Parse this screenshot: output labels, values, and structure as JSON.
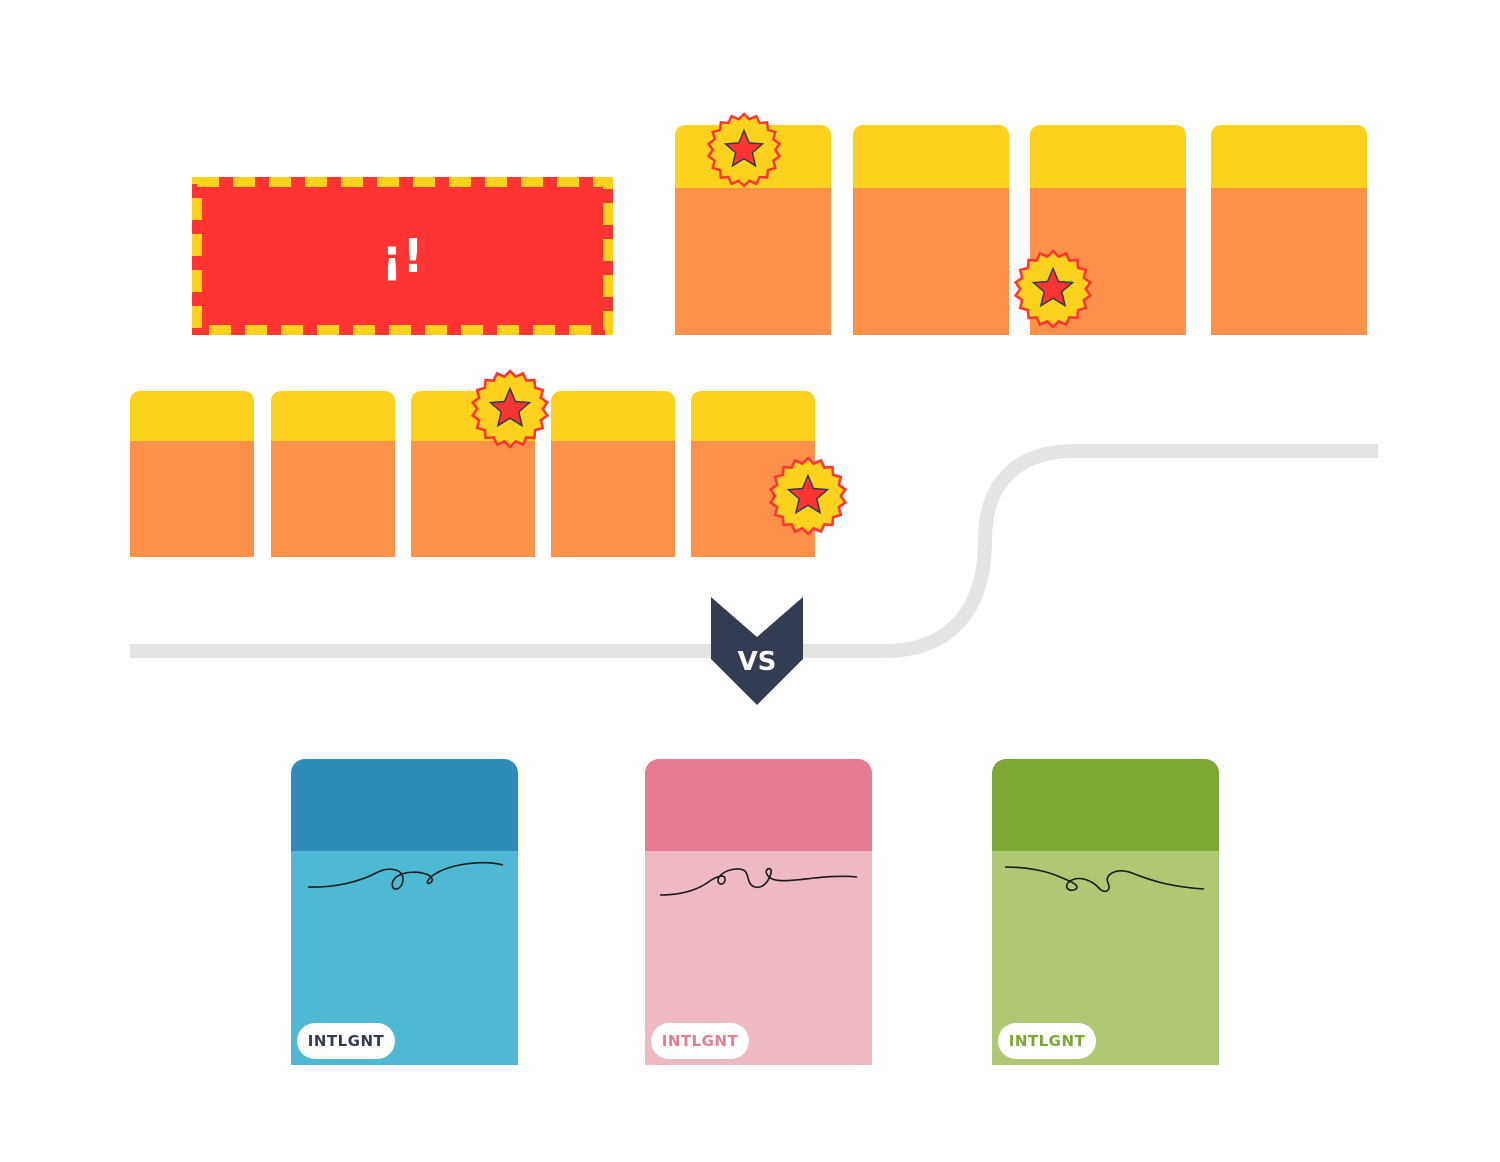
{
  "warning": {
    "label": "¡!"
  },
  "vs_badge": {
    "label": "VS"
  },
  "colors": {
    "yellow": "#FDD21E",
    "orange": "#FE914A",
    "red": "#FF3433",
    "road": "#E4E4E2",
    "navy": "#343C52"
  },
  "products": [
    {
      "brand": "INTLGNT",
      "lid_color": "#2F8BBA",
      "body_color": "#4EB8D5",
      "text_color": "#343C52"
    },
    {
      "brand": "INTLGNT",
      "lid_color": "#E57C93",
      "body_color": "#EFB9C4",
      "text_color": "#E57C93"
    },
    {
      "brand": "INTLGNT",
      "lid_color": "#7DA735",
      "body_color": "#B0C874",
      "text_color": "#7DA735"
    }
  ]
}
